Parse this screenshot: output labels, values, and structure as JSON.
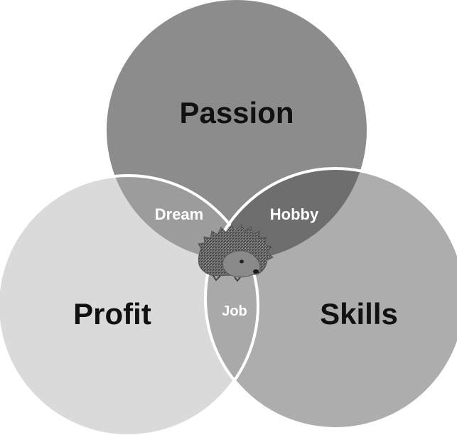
{
  "diagram": {
    "type": "venn",
    "circles": [
      {
        "id": "passion",
        "label": "Passion",
        "fill": "#8c8c8c"
      },
      {
        "id": "profit",
        "label": "Profit",
        "fill": "#dadada"
      },
      {
        "id": "skills",
        "label": "Skills",
        "fill": "#adadad"
      }
    ],
    "intersections": [
      {
        "id": "dream",
        "label": "Dream",
        "between": [
          "passion",
          "profit"
        ],
        "fill": "#9c9c9c"
      },
      {
        "id": "hobby",
        "label": "Hobby",
        "between": [
          "passion",
          "skills"
        ],
        "fill": "#6e6e6e"
      },
      {
        "id": "job",
        "label": "Job",
        "between": [
          "profit",
          "skills"
        ],
        "fill": "#a9a9a9"
      }
    ],
    "center_image": {
      "icon": "hedgehog-icon"
    },
    "outline_color": "#ffffff"
  }
}
